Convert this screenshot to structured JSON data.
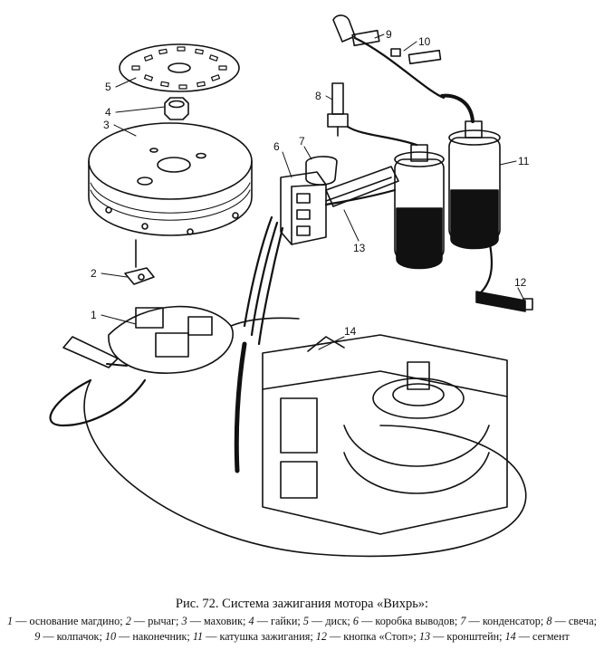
{
  "figure": {
    "callouts": [
      {
        "id": "1",
        "label": "1"
      },
      {
        "id": "2",
        "label": "2"
      },
      {
        "id": "3",
        "label": "3"
      },
      {
        "id": "4",
        "label": "4"
      },
      {
        "id": "5",
        "label": "5"
      },
      {
        "id": "6",
        "label": "6"
      },
      {
        "id": "7",
        "label": "7"
      },
      {
        "id": "8",
        "label": "8"
      },
      {
        "id": "9",
        "label": "9"
      },
      {
        "id": "10",
        "label": "10"
      },
      {
        "id": "11",
        "label": "11"
      },
      {
        "id": "12",
        "label": "12"
      },
      {
        "id": "13",
        "label": "13"
      },
      {
        "id": "14",
        "label": "14"
      }
    ]
  },
  "caption": {
    "title": "Рис. 72. Система зажигания мотора «Вихрь»:",
    "legend": [
      {
        "num": "1",
        "text": " — основание магдино; "
      },
      {
        "num": "2",
        "text": " — рычаг; "
      },
      {
        "num": "3",
        "text": " — маховик; "
      },
      {
        "num": "4",
        "text": " — гайки; "
      },
      {
        "num": "5",
        "text": " — диск; "
      },
      {
        "num": "6",
        "text": " — коробка выводов; "
      },
      {
        "num": "7",
        "text": " — конденсатор; "
      },
      {
        "num": "8",
        "text": " — свеча; "
      },
      {
        "num": "9",
        "text": " — колпачок; "
      },
      {
        "num": "10",
        "text": " — наконечник; "
      },
      {
        "num": "11",
        "text": " — катушка зажигания; "
      },
      {
        "num": "12",
        "text": " — кнопка «Стоп»; "
      },
      {
        "num": "13",
        "text": " — кронштейн; "
      },
      {
        "num": "14",
        "text": " — сегмент"
      }
    ]
  }
}
